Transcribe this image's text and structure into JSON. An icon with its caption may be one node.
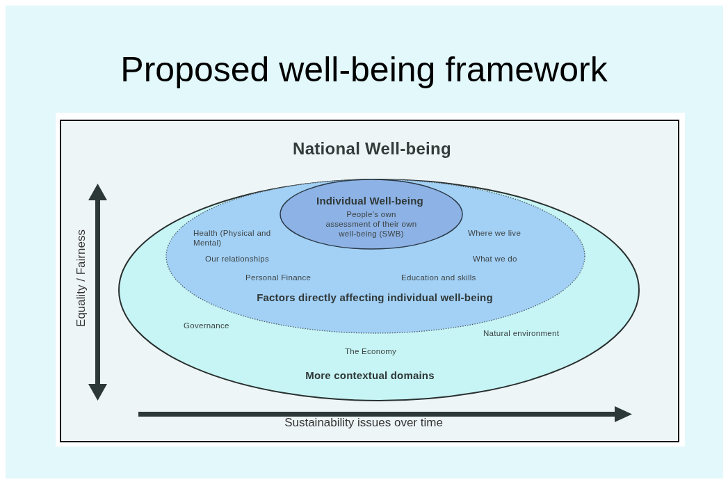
{
  "diagram": {
    "title": "Proposed well-being framework",
    "nodes": [
      {
        "text": [
          "National Well-being"
        ]
      },
      {
        "text": [
          "Governance",
          "Natural environment",
          "The Economy",
          "More contextual domains"
        ],
        "in": 0
      },
      {
        "text": [
          "Health (Physical and Mental)",
          "Where we live",
          "Our relationships",
          "What we do",
          "Personal Finance",
          "Education and skills",
          "Factors directly affecting individual well-being"
        ],
        "in": 1
      },
      {
        "text": [
          "Individual Well-being",
          "People's own assessment of their own well-being (SWB)"
        ],
        "in": 2
      }
    ],
    "labels": [
      "Equality / Fairness",
      "Sustainability issues over time"
    ]
  }
}
